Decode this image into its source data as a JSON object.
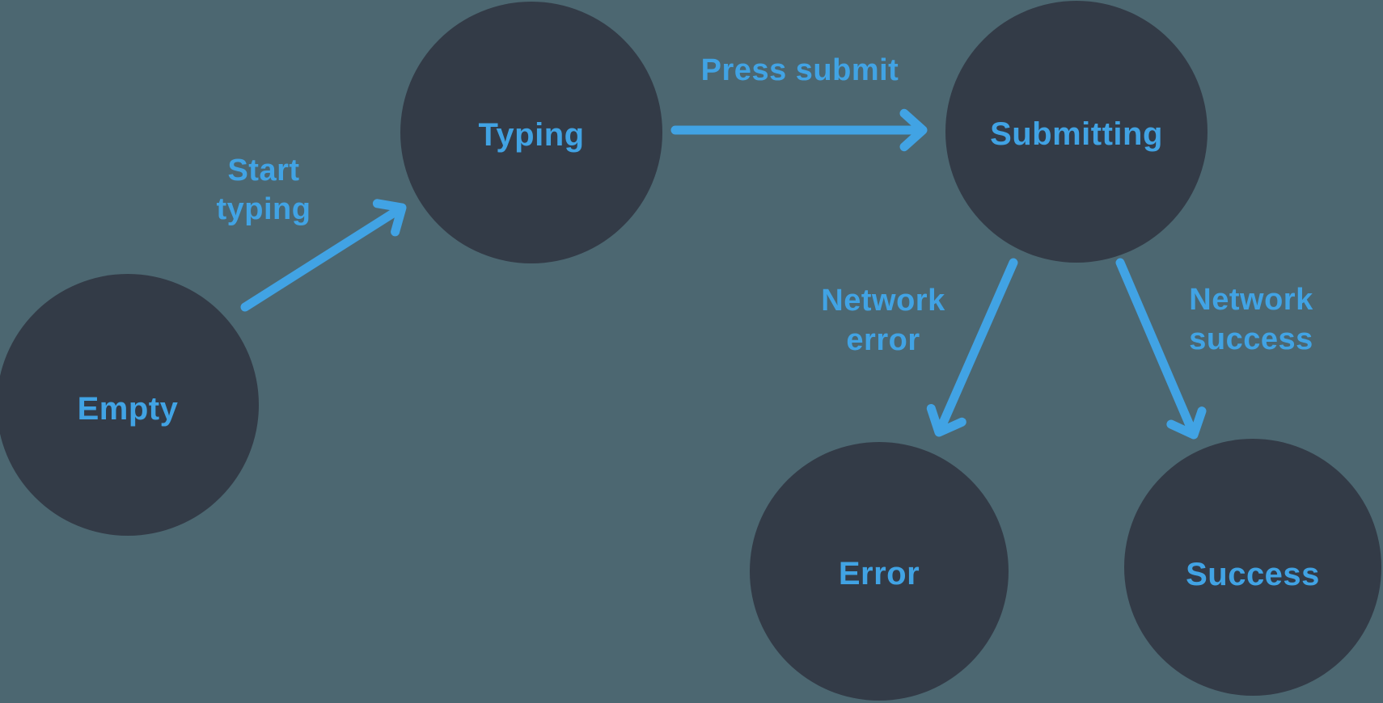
{
  "diagram_type": "state-machine",
  "colors": {
    "background": "#4c6771",
    "node_fill": "#333b47",
    "accent": "#41a3e4"
  },
  "nodes": [
    {
      "id": "empty",
      "label": "Empty"
    },
    {
      "id": "typing",
      "label": "Typing"
    },
    {
      "id": "submitting",
      "label": "Submitting"
    },
    {
      "id": "error",
      "label": "Error"
    },
    {
      "id": "success",
      "label": "Success"
    }
  ],
  "edges": [
    {
      "from": "empty",
      "to": "typing",
      "label": "Start typing",
      "lines": [
        "Start",
        "typing"
      ]
    },
    {
      "from": "typing",
      "to": "submitting",
      "label": "Press submit",
      "lines": [
        "Press submit"
      ]
    },
    {
      "from": "submitting",
      "to": "error",
      "label": "Network error",
      "lines": [
        "Network",
        "error"
      ]
    },
    {
      "from": "submitting",
      "to": "success",
      "label": "Network success",
      "lines": [
        "Network",
        "success"
      ]
    }
  ]
}
